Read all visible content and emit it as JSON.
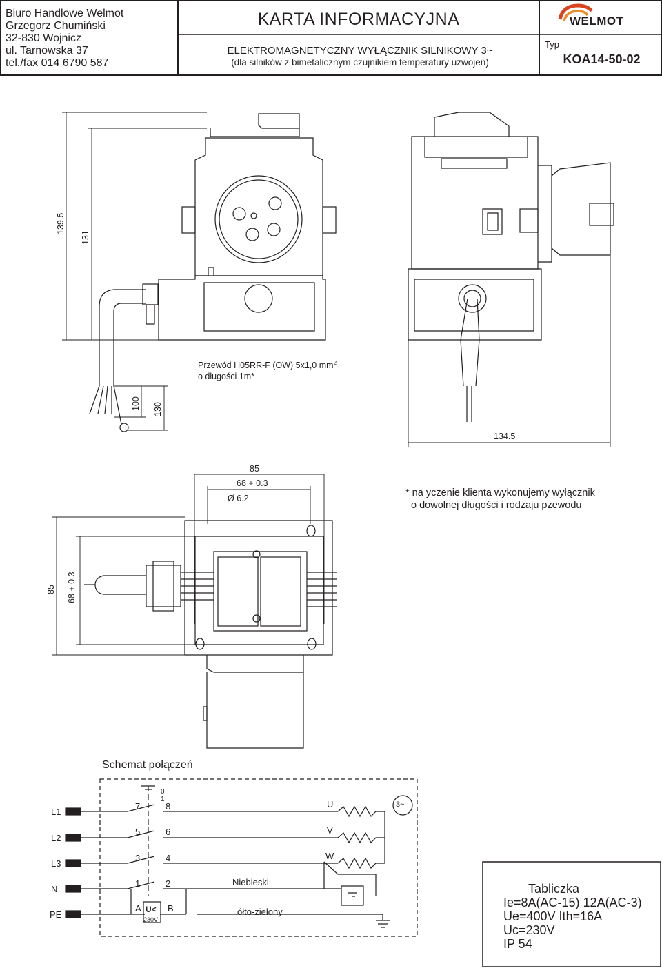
{
  "header": {
    "company_lines": [
      "Biuro Handlowe Welmot",
      "Grzegorz Chumiński",
      "32-830 Wojnicz",
      "ul. Tarnowska 37",
      "tel./fax  014 6790 587"
    ],
    "title": "KARTA  INFORMACYJNA",
    "subtitle": "ELEKTROMAGNETYCZNY WYŁĄCZNIK SILNIKOWY 3~",
    "subtitle_note": "(dla silników z bimetalicznym czujnikiem temperatury uzwojeń)",
    "logo_text": "WELMOT",
    "type_label": "Typ",
    "type_value": "KOA14-50-02"
  },
  "drawing": {
    "dim_139_5": "139.5",
    "dim_131": "131",
    "cable_label_1": "Przewód H05RR-F (OW) 5x1,0 mm",
    "cable_label_sup": "2",
    "cable_label_2": "o długości 1m*",
    "dim_100": "100",
    "dim_130": "130",
    "dim_134_5": "134.5",
    "dim_85_top": "85",
    "dim_68_top": "68 + 0.3",
    "dim_hole": "Ø 6.2",
    "dim_85_side": "85",
    "dim_68_side": "68 + 0.3",
    "note_1": "* na   yczenie klienta wykonujemy wyłącznik",
    "note_2": "o dowolnej długości i rodzaju pzewodu"
  },
  "schematic": {
    "title": "Schemat połączeń",
    "lines": [
      "L1",
      "L2",
      "L3",
      "N",
      "PE"
    ],
    "contacts": [
      "7",
      "8",
      "5",
      "6",
      "3",
      "4",
      "1",
      "2",
      "0",
      "1"
    ],
    "coil_a": "A",
    "coil_b": "B",
    "coil_label": "U<",
    "coil_voltage": "230V",
    "motor_phases": [
      "U",
      "V",
      "W"
    ],
    "motor_symbol": "3~",
    "wire_blue": "Niebieski",
    "wire_pe": "ółto-zielony"
  },
  "plate": {
    "title": "Tabliczka",
    "lines": [
      "Ie=8A(AC-15) 12A(AC-3)",
      "Ue=400V Ith=16A",
      "Uc=230V",
      "IP 54"
    ]
  },
  "colors": {
    "line": "#231f20",
    "logo_red": "#d9431e",
    "logo_orange": "#f08a24"
  }
}
